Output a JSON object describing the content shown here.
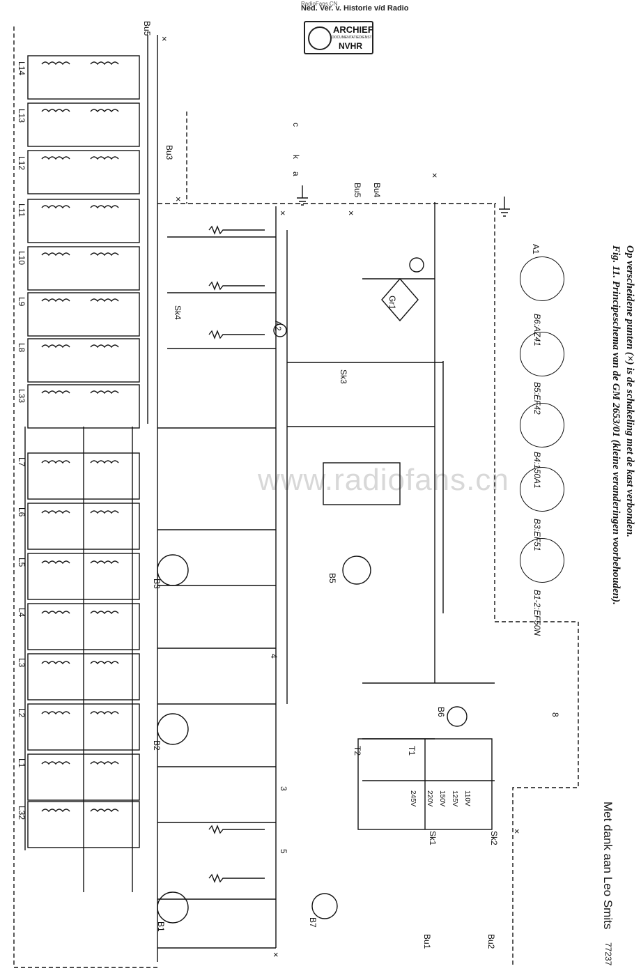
{
  "header": {
    "site": "RadioFans.CN",
    "title": "Ned. Ver. v. Historie v/d Radio"
  },
  "stamp": {
    "line1": "ARCHIEF",
    "line2": "DOCUMENTATIEDIENST",
    "line3": "NVHR"
  },
  "watermark": "www.radiofans.cn",
  "caption": {
    "line1": "Fig. 11.  Principeschema van de GM 2653/01 (kleine veranderingen voorbehouden).",
    "line2": "Op verscheidene punten (×) is de schakeling met de kast verbonden."
  },
  "credit": "Met dank aan Leo Smits",
  "figure_number": "77237",
  "connectors": [
    "Bu5",
    "Bu3",
    "Bu4",
    "Bu5",
    "Bu1",
    "Bu2"
  ],
  "terminals": [
    "c",
    "k",
    "a"
  ],
  "tubes": [
    "B1",
    "B2",
    "B3",
    "B5",
    "B6",
    "B7"
  ],
  "tube_types": [
    {
      "id": "B1-2",
      "type": "EF50N"
    },
    {
      "id": "B3",
      "type": "EF51"
    },
    {
      "id": "B4",
      "type": "150A1"
    },
    {
      "id": "B5",
      "type": "EF42"
    },
    {
      "id": "B6",
      "type": "AZ41"
    }
  ],
  "coil_labels": [
    "L14",
    "L13",
    "L12",
    "L11",
    "L10",
    "L9",
    "L8",
    "L33",
    "L7",
    "L6",
    "L5",
    "L4",
    "L3",
    "L2",
    "L1",
    "L32"
  ],
  "node_numbers": [
    "3",
    "4",
    "5",
    "8"
  ],
  "meters": [
    "A1",
    "A2"
  ],
  "rectifier": "Gr1",
  "mains_taps": [
    "245V",
    "220V",
    "150V",
    "125V",
    "110V"
  ],
  "transformers": [
    "T1",
    "T2"
  ],
  "switches": [
    "Sk1",
    "Sk2",
    "Sk3",
    "Sk4"
  ]
}
